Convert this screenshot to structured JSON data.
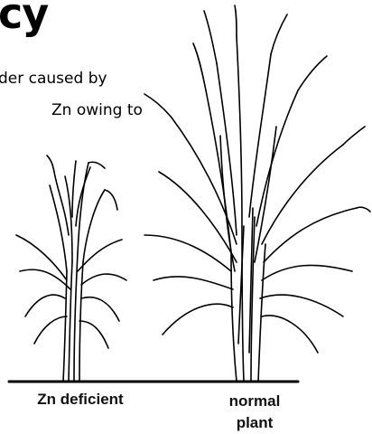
{
  "title_fragment": "cy",
  "body_text": {
    "line1": "der caused by",
    "line2": "Zn owing to"
  },
  "figure": {
    "label_left": "Zn deficient",
    "label_right_line1": "normal",
    "label_right_line2": "plant"
  }
}
